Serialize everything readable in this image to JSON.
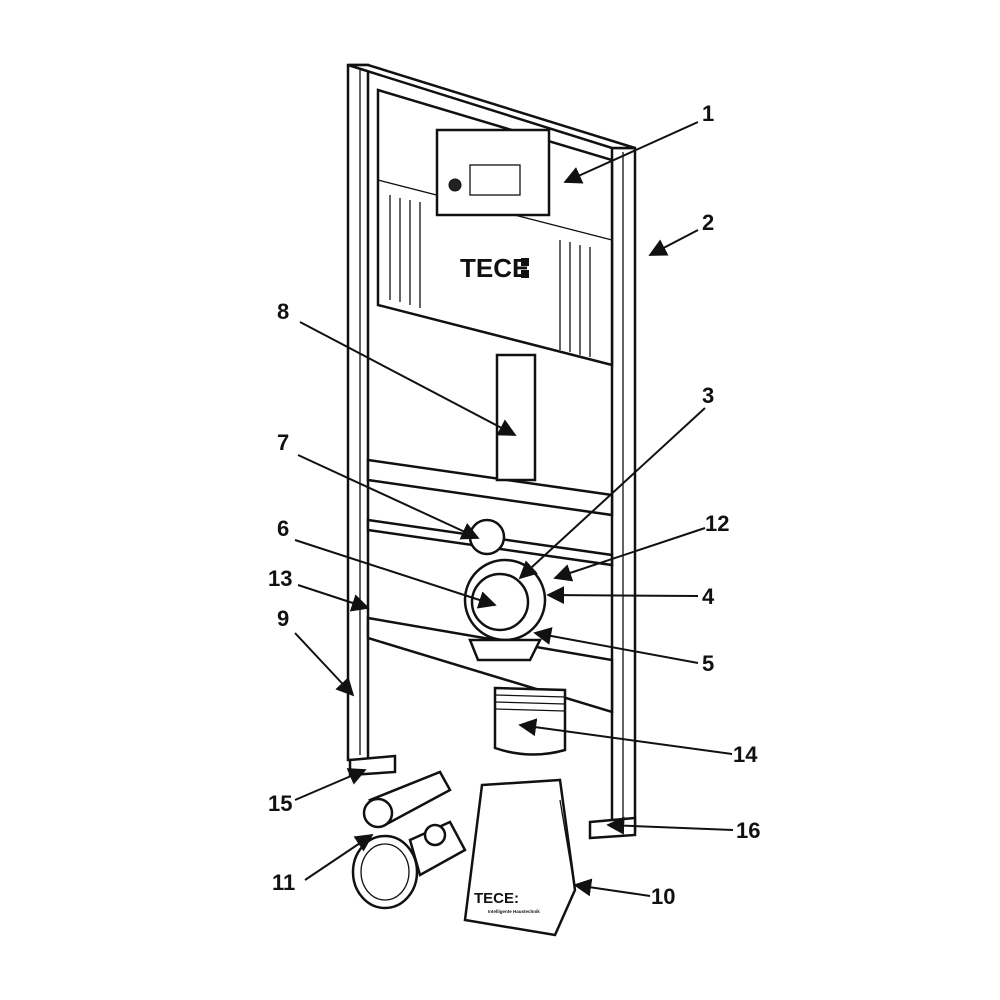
{
  "diagram": {
    "brand_logo": "TECE",
    "bag_logo": "TECE:",
    "bag_tagline": "Intelligente Haustechnik",
    "callouts": [
      {
        "id": "1",
        "label": "1"
      },
      {
        "id": "2",
        "label": "2"
      },
      {
        "id": "3",
        "label": "3"
      },
      {
        "id": "4",
        "label": "4"
      },
      {
        "id": "5",
        "label": "5"
      },
      {
        "id": "6",
        "label": "6"
      },
      {
        "id": "7",
        "label": "7"
      },
      {
        "id": "8",
        "label": "8"
      },
      {
        "id": "9",
        "label": "9"
      },
      {
        "id": "10",
        "label": "10"
      },
      {
        "id": "11",
        "label": "11"
      },
      {
        "id": "12",
        "label": "12"
      },
      {
        "id": "13",
        "label": "13"
      },
      {
        "id": "14",
        "label": "14"
      },
      {
        "id": "15",
        "label": "15"
      },
      {
        "id": "16",
        "label": "16"
      }
    ]
  }
}
